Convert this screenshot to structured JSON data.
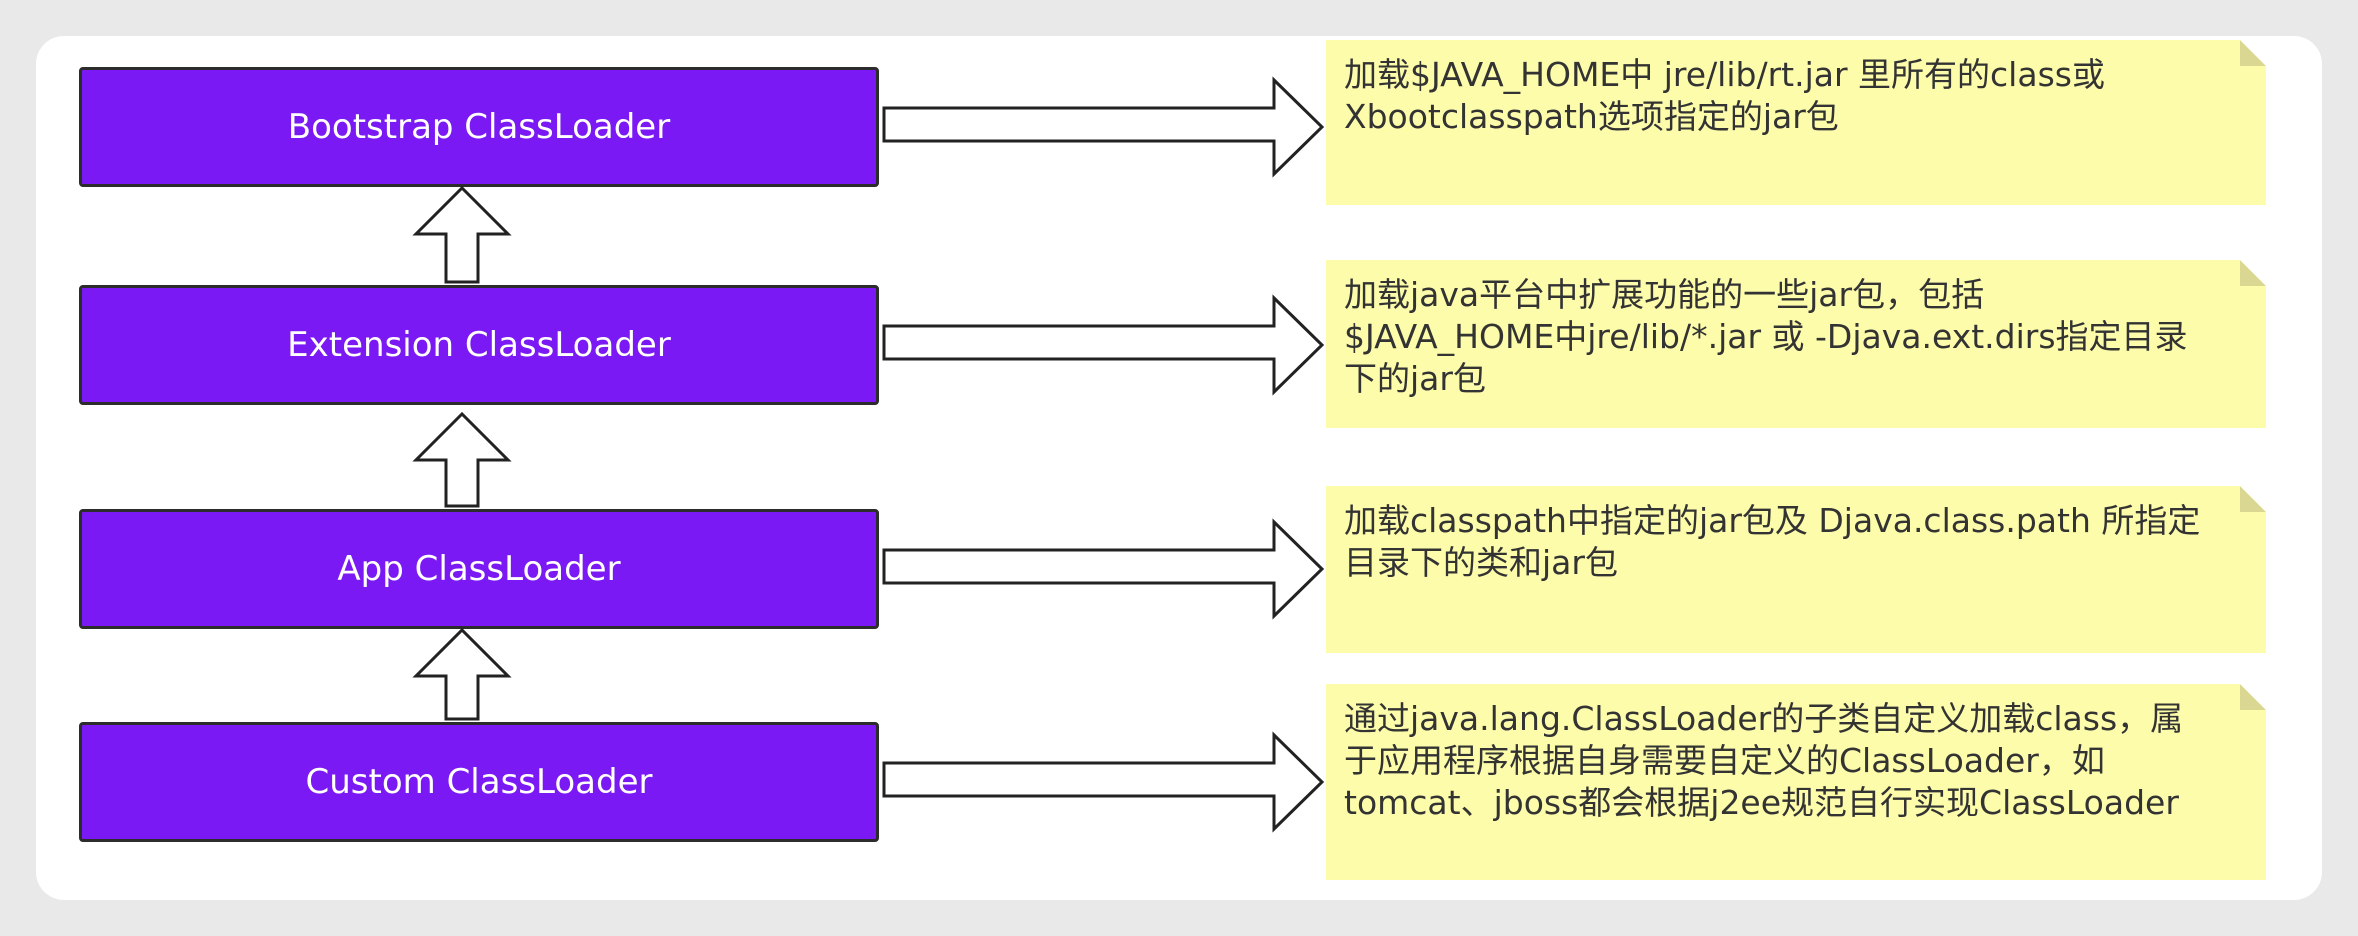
{
  "diagram": {
    "loaders": [
      {
        "label": "Bootstrap ClassLoader"
      },
      {
        "label": "Extension ClassLoader"
      },
      {
        "label": "App ClassLoader"
      },
      {
        "label": "Custom ClassLoader"
      }
    ],
    "notes": [
      {
        "lines": [
          "加载$JAVA_HOME中 jre/lib/rt.jar 里所有的class或",
          "Xbootclasspath选项指定的jar包"
        ]
      },
      {
        "lines": [
          "加载java平台中扩展功能的一些jar包，包括",
          "$JAVA_HOME中jre/lib/*.jar 或 -Djava.ext.dirs指定目录",
          "下的jar包"
        ]
      },
      {
        "lines": [
          "加载classpath中指定的jar包及 Djava.class.path 所指定",
          "目录下的类和jar包"
        ]
      },
      {
        "lines": [
          "通过java.lang.ClassLoader的子类自定义加载class，属",
          "于应用程序根据自身需要自定义的ClassLoader，如",
          "tomcat、jboss都会根据j2ee规范自行实现ClassLoader"
        ]
      }
    ],
    "colors": {
      "loader_fill": "#7a19f3",
      "note_fill": "#fdfcab",
      "arrow_stroke": "#222222",
      "background": "#ffffff"
    }
  }
}
